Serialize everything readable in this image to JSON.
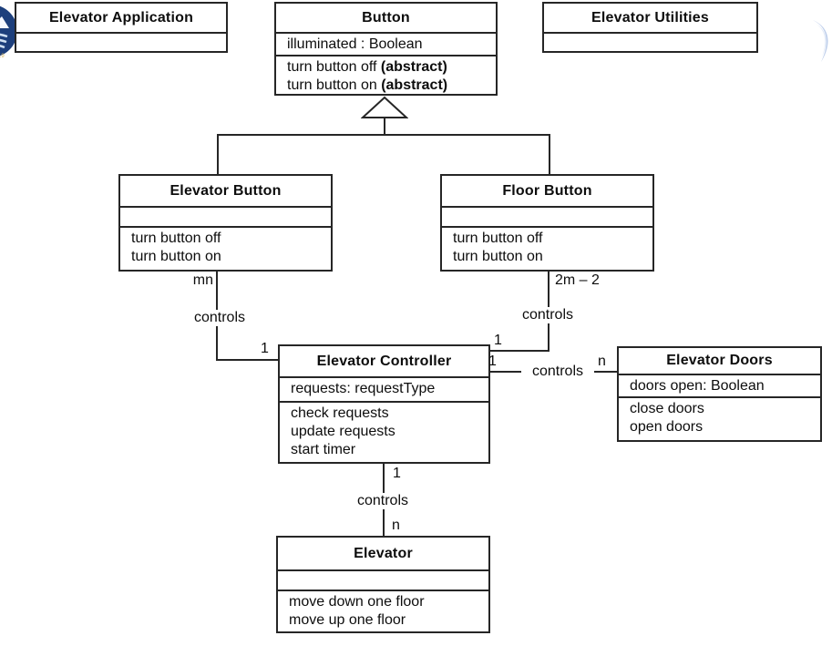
{
  "page": {
    "background": "#ffffff"
  },
  "decorations": {
    "left_seal_icon": "university-seal",
    "right_swoosh_icon": "page-corner-swoosh",
    "seal_navy": "#1d3f7c",
    "seal_light": "#cfe0f2",
    "swoosh_blue": "#b4c7e8"
  },
  "diagram": {
    "type": "uml-class-diagram",
    "line_color": "#262626",
    "classes": {
      "elevator_application": {
        "name": "Elevator Application"
      },
      "button": {
        "name": "Button",
        "attribute": "illuminated : Boolean",
        "method_1": "turn button off",
        "method_1_suffix": "(abstract)",
        "method_2": "turn button on",
        "method_2_suffix": "(abstract)"
      },
      "elevator_utilities": {
        "name": "Elevator Utilities"
      },
      "elevator_button": {
        "name": "Elevator Button",
        "method_1": "turn button off",
        "method_2": "turn button on"
      },
      "floor_button": {
        "name": "Floor Button",
        "method_1": "turn button off",
        "method_2": "turn button on"
      },
      "elevator_controller": {
        "name": "Elevator Controller",
        "attribute": "requests: requestType",
        "method_1": "check requests",
        "method_2": "update requests",
        "method_3": "start timer"
      },
      "elevator_doors": {
        "name": "Elevator Doors",
        "attribute": "doors open: Boolean",
        "method_1": "close doors",
        "method_2": "open doors"
      },
      "elevator": {
        "name": "Elevator",
        "method_1": "move down one floor",
        "method_2": "move up one floor"
      }
    },
    "generalization": {
      "parent": "Button",
      "children": [
        "Elevator Button",
        "Floor Button"
      ]
    },
    "associations": {
      "elevator_button_to_controller": {
        "source_multiplicity": "mn",
        "name": "controls",
        "target_multiplicity": "1"
      },
      "floor_button_to_controller": {
        "source_multiplicity": "2m – 2",
        "name": "controls",
        "target_multiplicity": "1"
      },
      "controller_to_doors": {
        "source_multiplicity": "1",
        "name": "controls",
        "target_multiplicity": "n"
      },
      "controller_to_elevator": {
        "source_multiplicity": "1",
        "name": "controls",
        "target_multiplicity": "n"
      }
    }
  }
}
